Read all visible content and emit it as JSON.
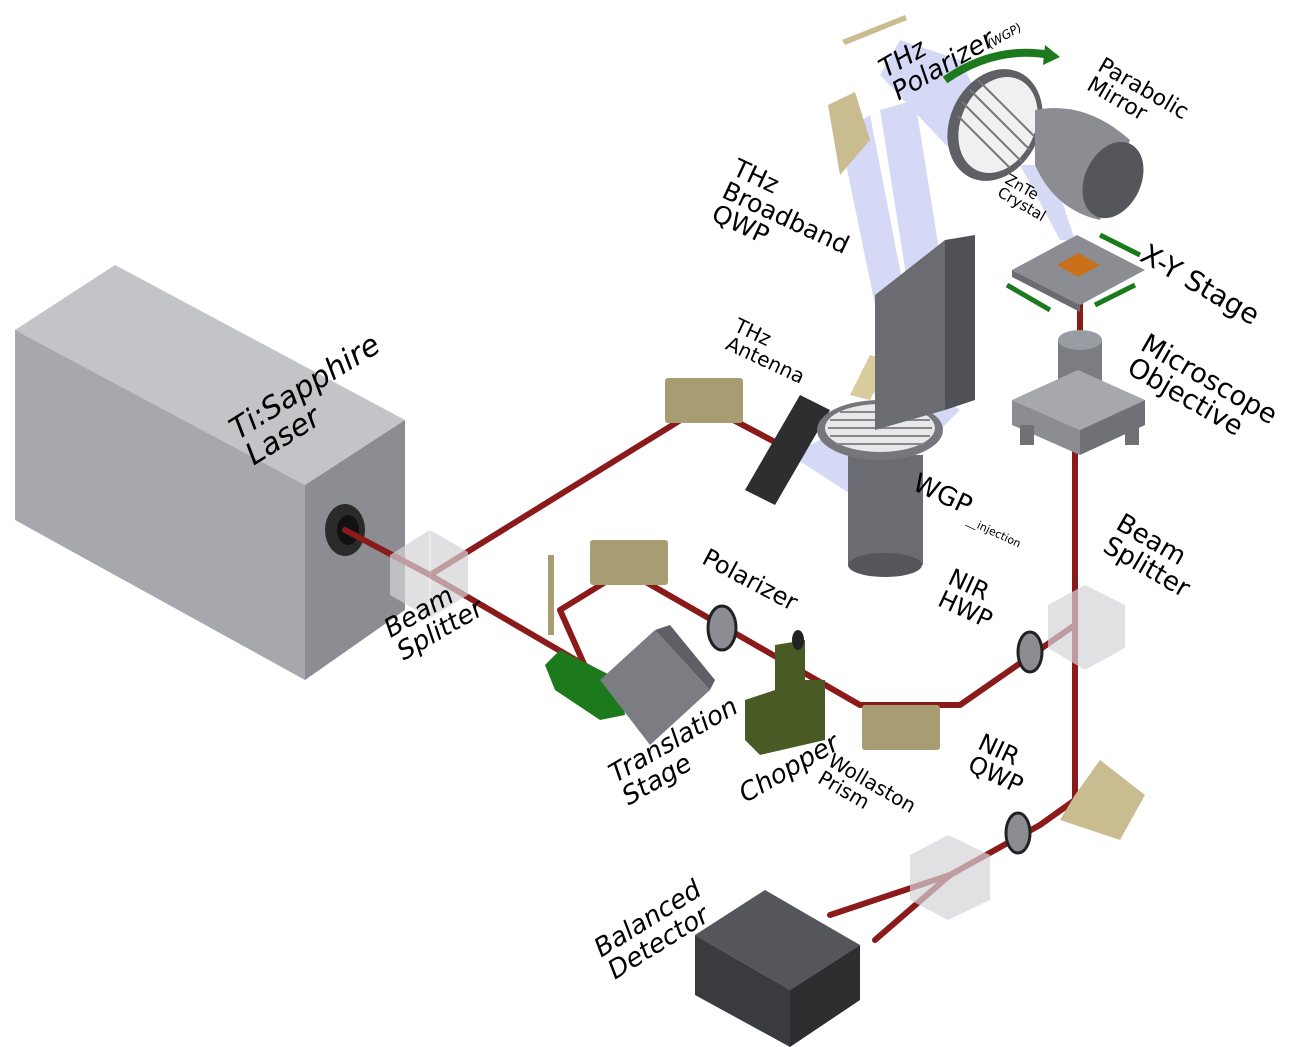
{
  "diagram": {
    "title": "THz near-field microscopy optical setup",
    "colors": {
      "nir_beam": "#8b1a1a",
      "thz_beam": "#c9cdf2",
      "mirror": "#a89c72",
      "housing": "#9a9ca3",
      "detector": "#3a3b3e",
      "chopper": "#4a5a25",
      "arrow": "#1c7a1c",
      "sample": "#c8701a"
    },
    "labels": {
      "laser": "Ti:Sapphire\nLaser",
      "beam_splitter_1": "Beam\nSplitter",
      "thz_antenna": "THz\nAntenna",
      "thz_qwp": "THz\nBroadband\nQWP",
      "thz_polarizer": "THz\nPolarizer",
      "thz_polarizer_sub": "(WGP)",
      "parabolic_mirror": "Parabolic\nMirror",
      "znte_crystal": "ZnTe\nCrystal",
      "xy_stage": "X-Y Stage",
      "microscope_objective": "Microscope\nObjective",
      "wgp_injection": "WGP",
      "wgp_injection_sub": "__injection",
      "beam_splitter_2": "Beam\nSplitter",
      "polarizer": "Polarizer",
      "nir_hwp": "NIR\nHWP",
      "translation_stage": "Translation\nStage",
      "chopper": "Chopper",
      "wollaston_prism": "Wollaston\nPrism",
      "nir_qwp": "NIR\nQWP",
      "balanced_detector": "Balanced\nDetector"
    }
  }
}
